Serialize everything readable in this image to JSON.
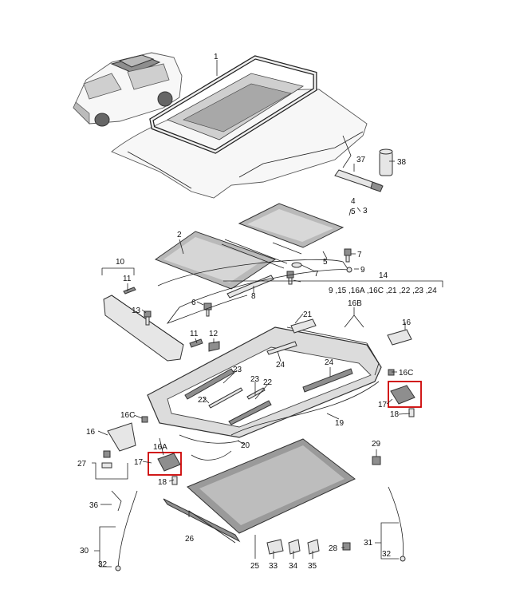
{
  "callouts": [
    {
      "id": "c1",
      "text": "1"
    },
    {
      "id": "c2",
      "text": "2"
    },
    {
      "id": "c3",
      "text": "3"
    },
    {
      "id": "c4",
      "text": "4"
    },
    {
      "id": "c5a",
      "text": "5"
    },
    {
      "id": "c5b",
      "text": "5"
    },
    {
      "id": "c6",
      "text": "6"
    },
    {
      "id": "c7a",
      "text": "7"
    },
    {
      "id": "c7b",
      "text": "7"
    },
    {
      "id": "c8",
      "text": "8"
    },
    {
      "id": "c9",
      "text": "9"
    },
    {
      "id": "c10",
      "text": "10"
    },
    {
      "id": "c11a",
      "text": "11"
    },
    {
      "id": "c11b",
      "text": "11"
    },
    {
      "id": "c12",
      "text": "12"
    },
    {
      "id": "c13",
      "text": "13"
    },
    {
      "id": "c14",
      "text": "14"
    },
    {
      "id": "c14list",
      "text": "9 ,15 ,16A ,16C ,21 ,22 ,23 ,24"
    },
    {
      "id": "c16B",
      "text": "16B"
    },
    {
      "id": "c16",
      "text": "16"
    },
    {
      "id": "c16Ca",
      "text": "16C"
    },
    {
      "id": "c16Cb",
      "text": "16C"
    },
    {
      "id": "c16l",
      "text": "16"
    },
    {
      "id": "c16A",
      "text": "16A"
    },
    {
      "id": "c17a",
      "text": "17"
    },
    {
      "id": "c17b",
      "text": "17"
    },
    {
      "id": "c18a",
      "text": "18"
    },
    {
      "id": "c18b",
      "text": "18"
    },
    {
      "id": "c19",
      "text": "19"
    },
    {
      "id": "c20",
      "text": "20"
    },
    {
      "id": "c21",
      "text": "21"
    },
    {
      "id": "c22a",
      "text": "22"
    },
    {
      "id": "c22b",
      "text": "22"
    },
    {
      "id": "c23a",
      "text": "23"
    },
    {
      "id": "c23b",
      "text": "23"
    },
    {
      "id": "c24a",
      "text": "24"
    },
    {
      "id": "c24b",
      "text": "24"
    },
    {
      "id": "c25",
      "text": "25"
    },
    {
      "id": "c26",
      "text": "26"
    },
    {
      "id": "c27",
      "text": "27"
    },
    {
      "id": "c28",
      "text": "28"
    },
    {
      "id": "c29",
      "text": "29"
    },
    {
      "id": "c30",
      "text": "30"
    },
    {
      "id": "c31",
      "text": "31"
    },
    {
      "id": "c32a",
      "text": "32"
    },
    {
      "id": "c32b",
      "text": "32"
    },
    {
      "id": "c33",
      "text": "33"
    },
    {
      "id": "c34",
      "text": "34"
    },
    {
      "id": "c35",
      "text": "35"
    },
    {
      "id": "c36",
      "text": "36"
    },
    {
      "id": "c37",
      "text": "37"
    },
    {
      "id": "c38",
      "text": "38"
    }
  ],
  "highlight_color": "#cc0000"
}
